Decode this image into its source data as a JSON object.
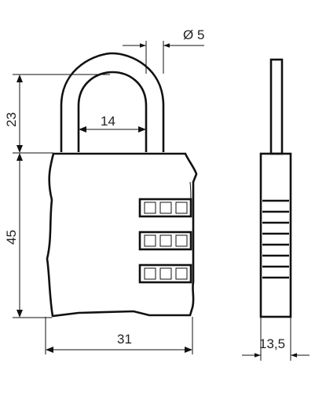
{
  "drawing": {
    "dimensions": {
      "shackle_diameter": "Ø 5",
      "shackle_inner_width": "14",
      "shackle_height": "23",
      "body_height": "45",
      "body_width": "31",
      "body_thickness": "13,5"
    }
  }
}
